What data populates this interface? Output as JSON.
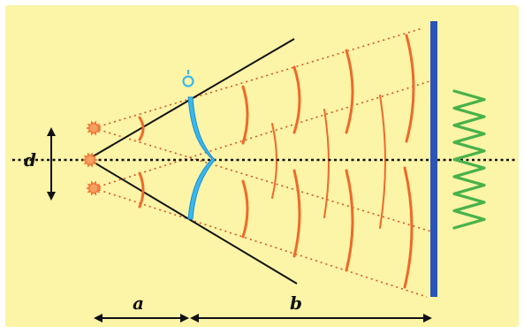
{
  "labels": {
    "d": "d",
    "a": "a",
    "b": "b"
  },
  "colors": {
    "background": "#fcf4a6",
    "frame": "#ffffff",
    "source": "#f07a3a",
    "wavefront": "#ee6a2a",
    "prism": "#38b8ee",
    "screen": "#2a54b8",
    "fringes": "#48b24a",
    "axis": "#111111",
    "guide": "#d8532a"
  },
  "icons": {
    "sources": "sun-burst",
    "fringes": "zigzag-wave"
  }
}
